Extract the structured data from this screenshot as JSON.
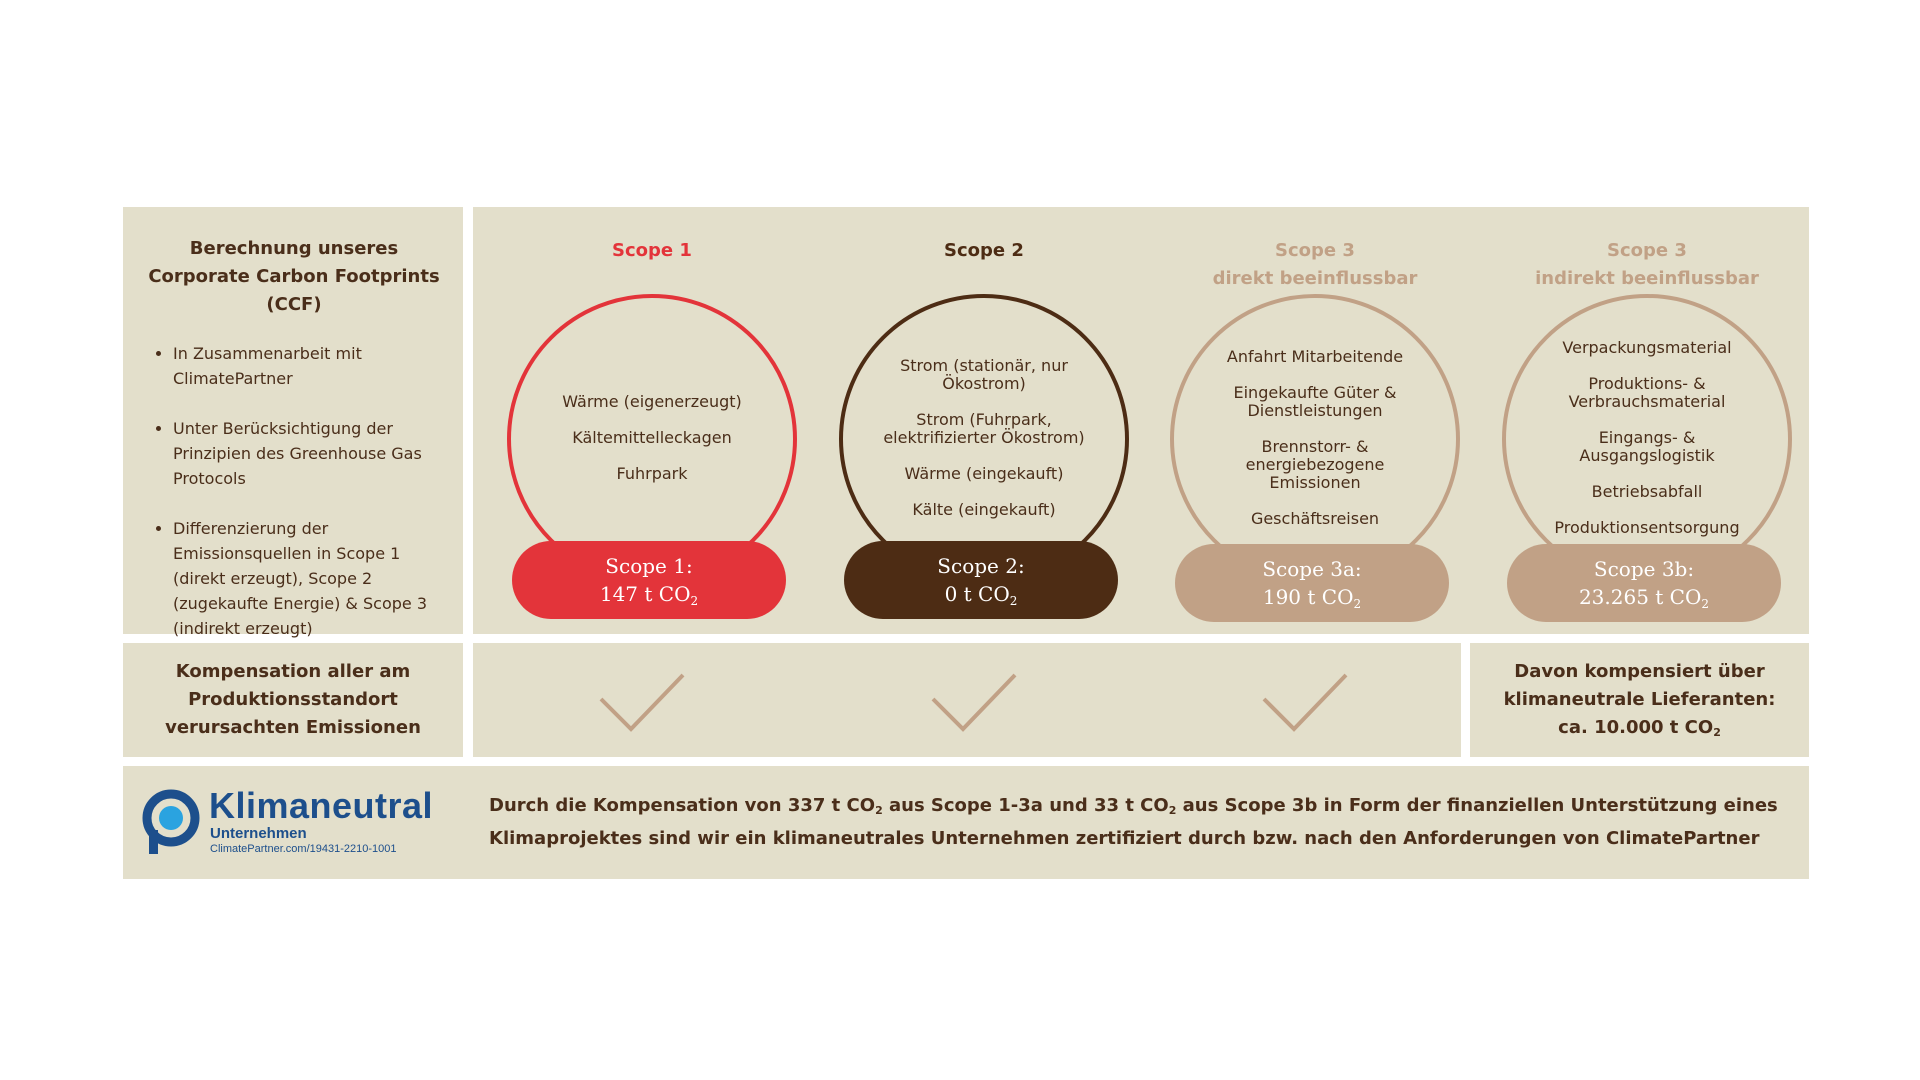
{
  "intro": {
    "title": "Berechnung unseres Corporate Carbon Footprints (CCF)",
    "bullets": [
      "In Zusammenarbeit mit ClimatePartner",
      "Unter Berücksichtigung der Prinzipien des Greenhouse Gas Protocols",
      "Differenzierung der Emissionsquellen in Scope 1 (direkt erzeugt), Scope 2 (zugekaufte Energie) & Scope 3 (indirekt erzeugt)"
    ]
  },
  "scopes": [
    {
      "title_line1": "Scope 1",
      "title_line2": "",
      "color": "#e3343a",
      "items": [
        "Wärme (eigenerzeugt)",
        "Kältemittelleckagen",
        "Fuhrpark"
      ],
      "pill_label": "Scope 1:",
      "pill_value": "147 t CO",
      "pill_sub": "2"
    },
    {
      "title_line1": "Scope 2",
      "title_line2": "",
      "color": "#4d2c14",
      "items": [
        "Strom (stationär, nur Ökostrom)",
        "Strom (Fuhrpark, elektrifizierter Ökostrom)",
        "Wärme (eingekauft)",
        "Kälte (eingekauft)"
      ],
      "pill_label": "Scope 2:",
      "pill_value": "0 t CO",
      "pill_sub": "2"
    },
    {
      "title_line1": "Scope 3",
      "title_line2": "direkt beeinflussbar",
      "color": "#c1a186",
      "items": [
        "Anfahrt Mitarbeitende",
        "Eingekaufte Güter & Dienstleistungen",
        "Brennstorr- & energiebezogene Emissionen",
        "Geschäftsreisen"
      ],
      "pill_label": "Scope 3a:",
      "pill_value": "190 t CO",
      "pill_sub": "2"
    },
    {
      "title_line1": "Scope 3",
      "title_line2": "indirekt beeinflussbar",
      "color": "#c1a186",
      "items": [
        "Verpackungsmaterial",
        "Produktions- & Verbrauchsmaterial",
        "Eingangs- & Ausgangslogistik",
        "Betriebsabfall",
        "Produktionsentsorgung"
      ],
      "pill_label": "Scope 3b:",
      "pill_value": "23.265 t CO",
      "pill_sub": "2"
    }
  ],
  "compensation": {
    "label": "Kompensation aller am Produktionsstandort verursachten Emissionen",
    "check_count": 3,
    "check_color": "#c1a186",
    "davon_line1": "Davon kompensiert über klimaneutrale Lieferanten:",
    "davon_line2": "ca. 10.000 t CO",
    "davon_sub": "2"
  },
  "footer": {
    "logo_word": "Klimaneutral",
    "logo_sub": "Unternehmen",
    "logo_url": "ClimatePartner.com/19431-2210-1001",
    "logo_color": "#1d4f8c",
    "logo_accent": "#2aa3e0",
    "text_1": "Durch die Kompensation von 337 t CO",
    "text_2": " aus Scope 1-3a und 33 t CO",
    "text_3": " aus Scope 3b in Form der finanziellen Unterstützung eines Klimaprojektes sind wir ein klimaneutrales Unternehmen zertifiziert durch bzw. nach den Anforderungen von ClimatePartner",
    "sub": "2"
  }
}
